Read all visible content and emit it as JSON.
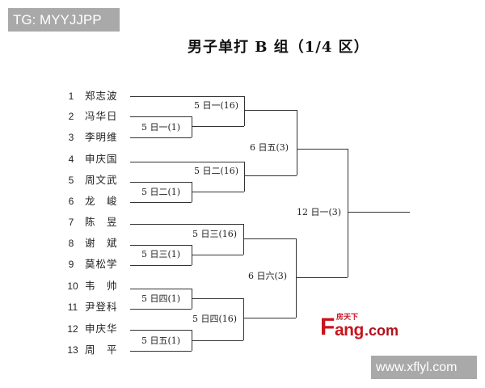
{
  "watermarks": {
    "top_left": "TG: MYYJJPP",
    "bottom_right": "www.xflyl.com"
  },
  "title": "男子单打 B 组（1/4 区）",
  "logo": {
    "brand_cn": "房天下",
    "brand_F": "F",
    "brand_ang": "ang",
    "brand_com": ".com",
    "color": "#c8151e"
  },
  "players": [
    {
      "seed": "1",
      "name": "郑志波"
    },
    {
      "seed": "2",
      "name": "冯华日"
    },
    {
      "seed": "3",
      "name": "李明维"
    },
    {
      "seed": "4",
      "name": "申庆国"
    },
    {
      "seed": "5",
      "name": "周文武"
    },
    {
      "seed": "6",
      "name": "龙　峻"
    },
    {
      "seed": "7",
      "name": "陈　昱"
    },
    {
      "seed": "8",
      "name": "谢　斌"
    },
    {
      "seed": "9",
      "name": "莫松学"
    },
    {
      "seed": "10",
      "name": "韦　帅"
    },
    {
      "seed": "11",
      "name": "尹登科"
    },
    {
      "seed": "12",
      "name": "申庆华"
    },
    {
      "seed": "13",
      "name": "周　平"
    }
  ],
  "matches": {
    "r1": [
      "5 日一(1)",
      "5 日二(1)",
      "5 日三(1)",
      "5 日四(1)",
      "5 日五(1)"
    ],
    "r16": [
      "5 日一(16)",
      "5 日二(16)",
      "5 日三(16)",
      "5 日四(16)"
    ],
    "qf": [
      "6 日五(3)",
      "6 日六(3)"
    ],
    "sf": [
      "12 日一(3)"
    ]
  }
}
